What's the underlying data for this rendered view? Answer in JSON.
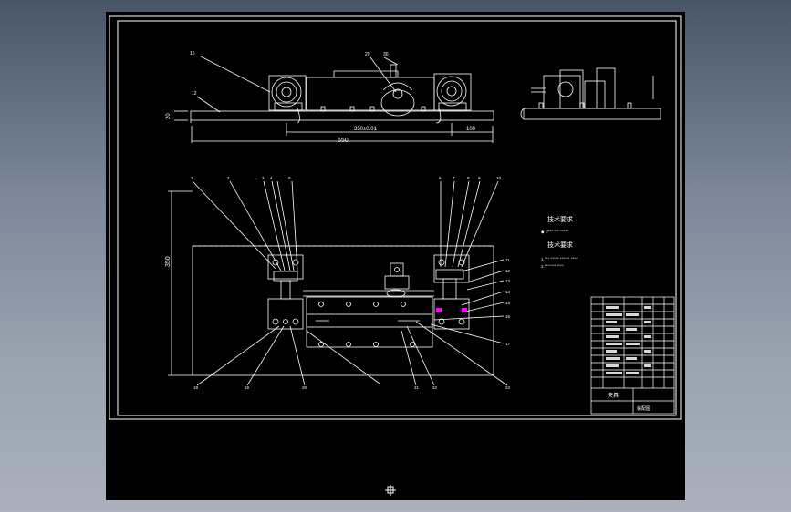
{
  "labels": {
    "dim_height_side": "20",
    "dim_center": "350±0.01",
    "dim_right": "100",
    "dim_total_len": "650",
    "dim_plan_h": "350",
    "tech_title_1": "技术要求",
    "tech_line_1": "◆ °/°°° °°° °°°°°",
    "tech_title_2": "技术要求",
    "tech_line_2": "1.°°° °°°°° °°°°°° °°°°",
    "tech_line_3": "2.°°°°°°° °°°°",
    "title_block_name": "夹具",
    "title_block_code": "装配图"
  },
  "colors": {
    "background": "#000000",
    "line": "#ffffff",
    "accent": "#ff00ff",
    "window_top": "#4a5468",
    "window_bottom": "#aab1bd"
  },
  "icons": {
    "ucs": "ucs-icon"
  }
}
